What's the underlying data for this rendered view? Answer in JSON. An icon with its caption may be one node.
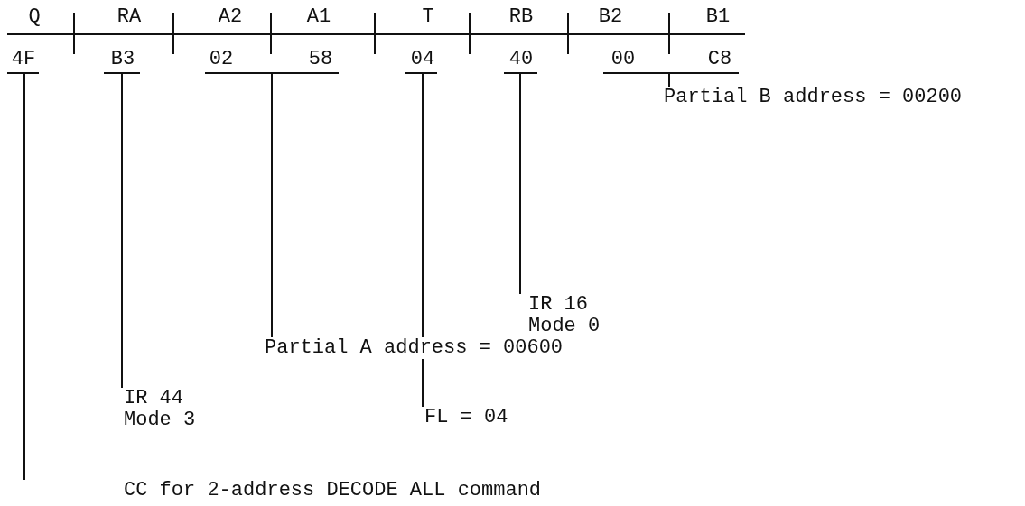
{
  "diagram": {
    "nodes": [
      {
        "text": [],
        "shape": "bar",
        "beside": [
          "4F"
        ]
      },
      {
        "text": [],
        "shape": "bar",
        "beside": [
          "B3"
        ]
      },
      {
        "text": [],
        "shape": "bar",
        "beside": [
          "02",
          "58"
        ]
      },
      {
        "text": [],
        "shape": "bar",
        "beside": [
          "04"
        ]
      },
      {
        "text": [],
        "shape": "bar",
        "beside": [
          "40"
        ]
      },
      {
        "text": [],
        "shape": "bar",
        "beside": [
          "00",
          "C8"
        ]
      },
      {
        "text": [
          "Partial B address = 00200"
        ]
      },
      {
        "text": [
          "IR 16 Mode 0"
        ]
      },
      {
        "text": [
          "FL = 04"
        ]
      },
      {
        "text": [
          "Partial A address = 00600"
        ]
      },
      {
        "text": [
          "IR 44 Mode 3"
        ]
      },
      {
        "text": [
          "CC for 2-address DECODE ALL command"
        ]
      }
    ],
    "edges": [
      {
        "from": 6,
        "to": 5,
        "arrow": "none"
      },
      {
        "from": 7,
        "to": 4,
        "arrow": "none"
      },
      {
        "from": 8,
        "to": 3,
        "arrow": "none"
      },
      {
        "from": 9,
        "to": 2,
        "arrow": "none"
      },
      {
        "from": 10,
        "to": 1,
        "arrow": "none"
      },
      {
        "from": 11,
        "to": 0,
        "arrow": "none"
      }
    ],
    "labels": [
      "Q",
      "RA",
      "A2",
      "A1",
      "T",
      "RB",
      "B2",
      "B1"
    ]
  }
}
